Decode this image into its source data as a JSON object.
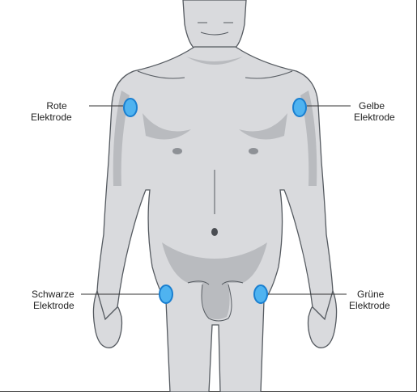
{
  "electrodes": {
    "red": {
      "line1": "Rote",
      "line2": "Elektrode"
    },
    "yellow": {
      "line1": "Gelbe",
      "line2": "Elektrode"
    },
    "black": {
      "line1": "Schwarze",
      "line2": "Elektrode"
    },
    "green": {
      "line1": "Grüne",
      "line2": "Elektrode"
    }
  },
  "colors": {
    "skin": "#d9dadd",
    "skin_shadow": "#b9bbbf",
    "outline": "#555a60",
    "electrode_fill": "#4fb3f0",
    "electrode_stroke": "#1a7fd0",
    "leader_line": "#333333"
  }
}
